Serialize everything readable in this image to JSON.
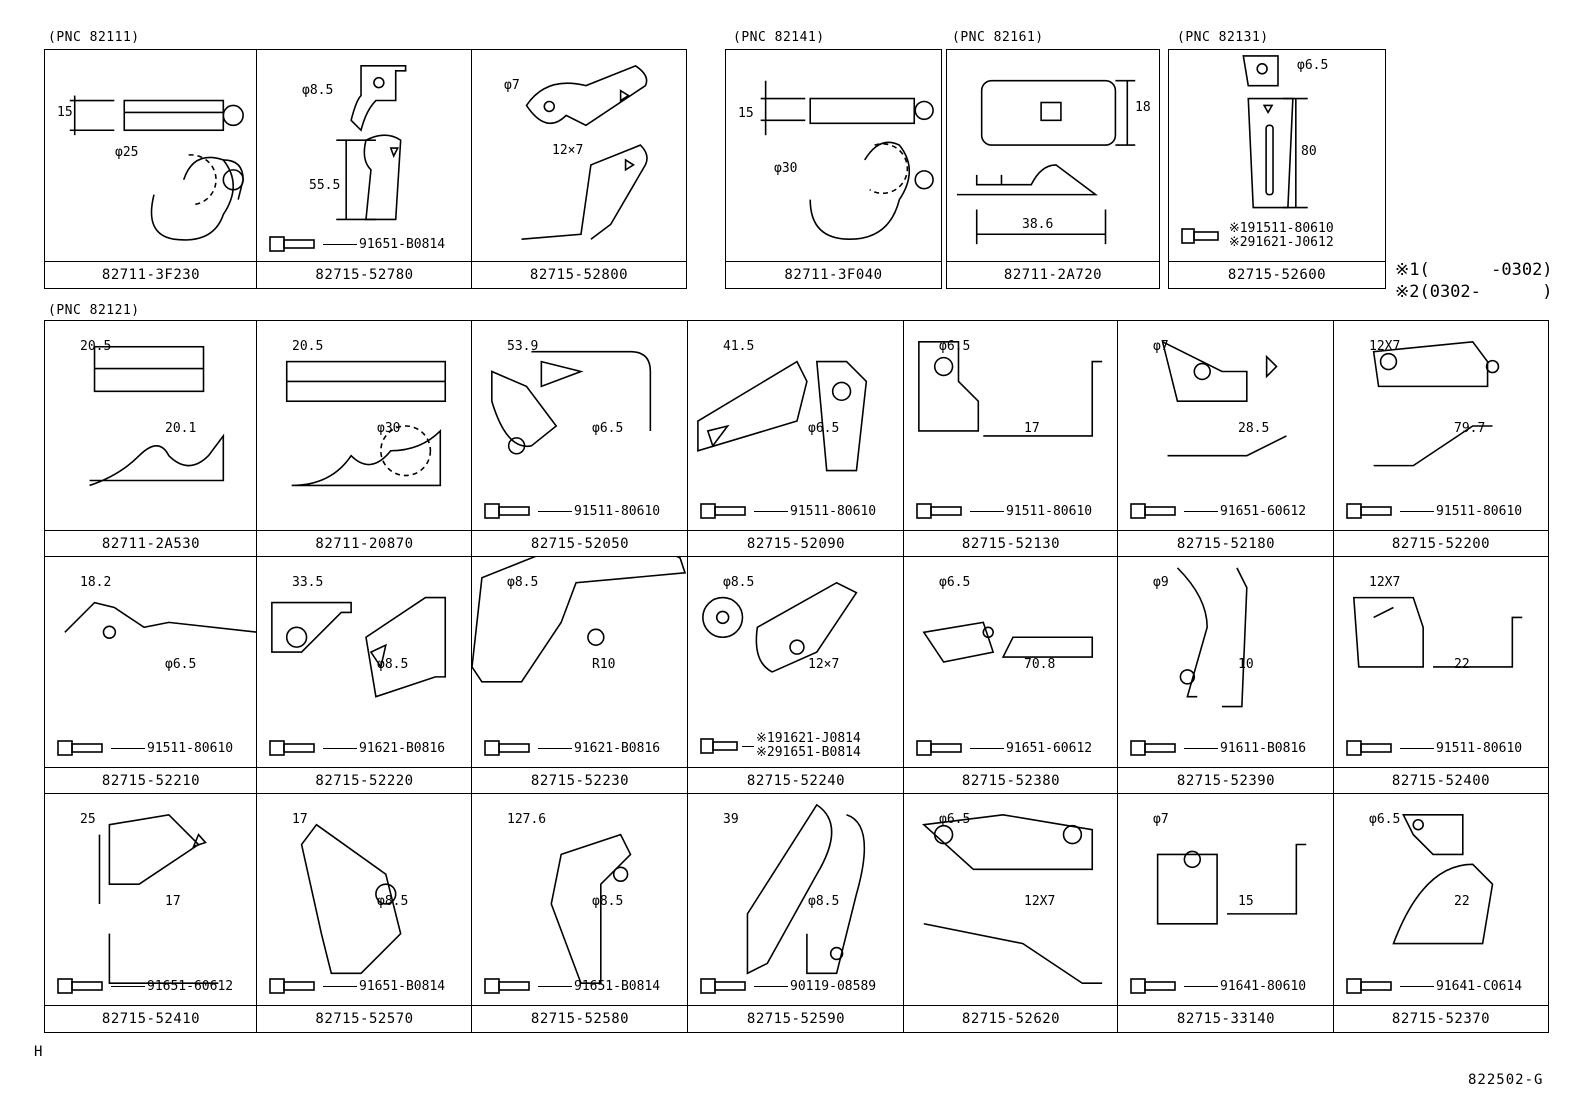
{
  "pnc_labels": {
    "g1": "(PNC 82111)",
    "g2": "(PNC 82141)",
    "g3": "(PNC 82161)",
    "g4": "(PNC 82131)",
    "g5": "(PNC 82121)"
  },
  "notes": {
    "n1": "※1(      -0302)",
    "n2": "※2(0302-      )"
  },
  "cells": {
    "c1": {
      "part": "82711-3F230",
      "dims": [
        "15",
        "φ25"
      ]
    },
    "c2": {
      "part": "82715-52780",
      "dims": [
        "φ8.5",
        "55.5"
      ],
      "bolt": "91651-B0814"
    },
    "c3": {
      "part": "82715-52800",
      "dims": [
        "φ7",
        "12×7"
      ]
    },
    "c4": {
      "part": "82711-3F040",
      "dims": [
        "15",
        "φ30"
      ]
    },
    "c5": {
      "part": "82711-2A720",
      "dims": [
        "18",
        "38.6"
      ]
    },
    "c6": {
      "part": "82715-52600",
      "dims": [
        "φ6.5",
        "80"
      ],
      "bolt_a": "※191511-80610",
      "bolt_b": "※291621-J0612"
    },
    "c7": {
      "part": "82711-2A530",
      "dims": [
        "20.5",
        "20.1"
      ]
    },
    "c8": {
      "part": "82711-20870",
      "dims": [
        "20.5",
        "φ30"
      ]
    },
    "c9": {
      "part": "82715-52050",
      "dims": [
        "53.9",
        "φ6.5"
      ],
      "bolt": "91511-80610"
    },
    "c10": {
      "part": "82715-52090",
      "dims": [
        "41.5",
        "φ6.5"
      ],
      "bolt": "91511-80610"
    },
    "c11": {
      "part": "82715-52130",
      "dims": [
        "φ6.5",
        "17"
      ],
      "bolt": "91511-80610"
    },
    "c12": {
      "part": "82715-52180",
      "dims": [
        "φ7",
        "28.5"
      ],
      "bolt": "91651-60612"
    },
    "c13": {
      "part": "82715-52200",
      "dims": [
        "12X7",
        "79.7"
      ],
      "bolt": "91511-80610"
    },
    "c14": {
      "part": "82715-52210",
      "dims": [
        "18.2",
        "φ6.5"
      ],
      "bolt": "91511-80610"
    },
    "c15": {
      "part": "82715-52220",
      "dims": [
        "33.5",
        "φ8.5"
      ],
      "bolt": "91621-B0816"
    },
    "c16": {
      "part": "82715-52230",
      "dims": [
        "φ8.5",
        "R10"
      ],
      "bolt": "91621-B0816"
    },
    "c17": {
      "part": "82715-52240",
      "dims": [
        "φ8.5",
        "12×7"
      ],
      "bolt_a": "※191621-J0814",
      "bolt_b": "※291651-B0814"
    },
    "c18": {
      "part": "82715-52380",
      "dims": [
        "φ6.5",
        "70.8"
      ],
      "bolt": "91651-60612"
    },
    "c19": {
      "part": "82715-52390",
      "dims": [
        "φ9",
        "10"
      ],
      "bolt": "91611-B0816"
    },
    "c20": {
      "part": "82715-52400",
      "dims": [
        "12X7",
        "22"
      ],
      "bolt": "91511-80610"
    },
    "c21": {
      "part": "82715-52410",
      "dims": [
        "25",
        "17"
      ],
      "bolt": "91651-60612"
    },
    "c22": {
      "part": "82715-52570",
      "dims": [
        "17",
        "φ8.5"
      ],
      "bolt": "91651-B0814"
    },
    "c23": {
      "part": "82715-52580",
      "dims": [
        "127.6",
        "φ8.5"
      ],
      "bolt": "91651-B0814"
    },
    "c24": {
      "part": "82715-52590",
      "dims": [
        "39",
        "φ8.5"
      ],
      "bolt": "90119-08589"
    },
    "c25": {
      "part": "82715-52620",
      "dims": [
        "φ6.5",
        "12X7"
      ]
    },
    "c26": {
      "part": "82715-33140",
      "dims": [
        "φ7",
        "15"
      ],
      "bolt": "91641-80610"
    },
    "c27": {
      "part": "82715-52370",
      "dims": [
        "φ6.5",
        "22"
      ],
      "bolt": "91641-C0614"
    }
  },
  "footer": {
    "left": "H",
    "right": "822502-G"
  }
}
